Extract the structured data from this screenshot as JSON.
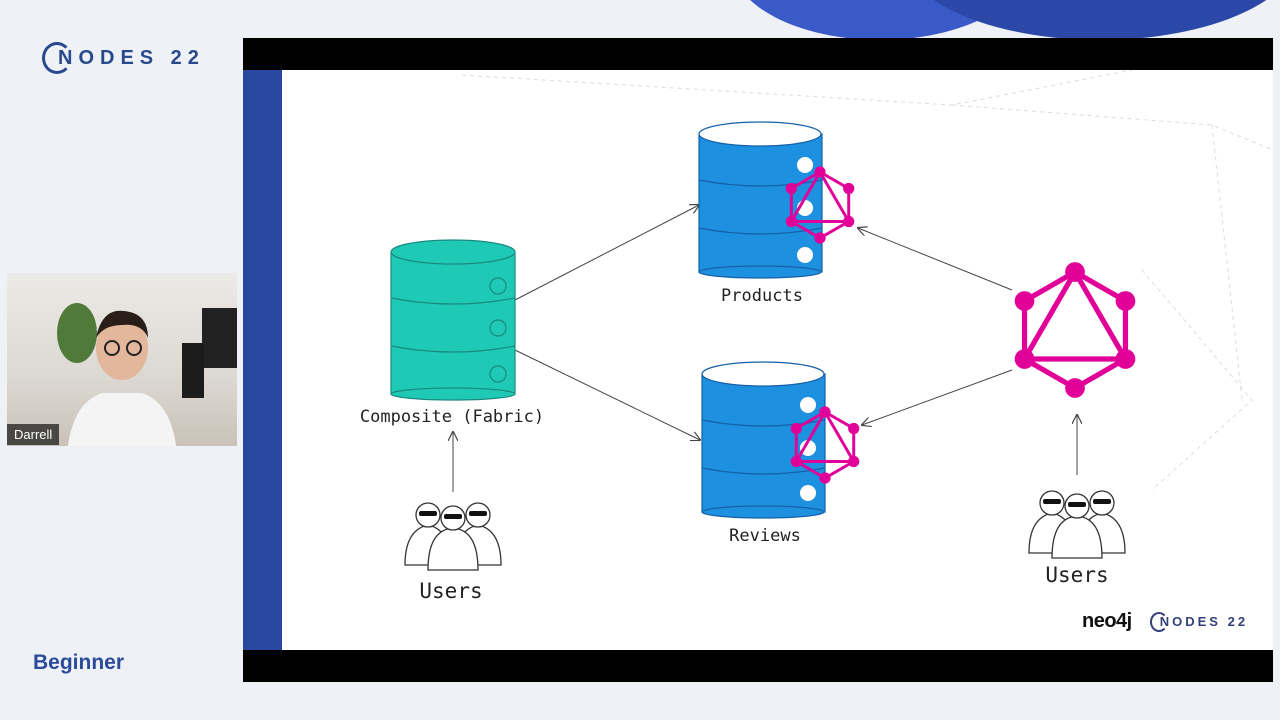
{
  "event_brand": "NODES 22",
  "level": "Beginner",
  "speaker": {
    "name": "Darrell"
  },
  "colors": {
    "accent": "#2a47a0",
    "graphql": "#e10098",
    "composite": "#1ec9b5",
    "database": "#1e90e0"
  },
  "slide": {
    "nodes": {
      "products": "Products",
      "reviews": "Reviews",
      "composite": "Composite (Fabric)",
      "users_left": "Users",
      "users_right": "Users"
    },
    "footer": {
      "neo4j": "neo4j",
      "nodes": "NODES 22"
    }
  }
}
